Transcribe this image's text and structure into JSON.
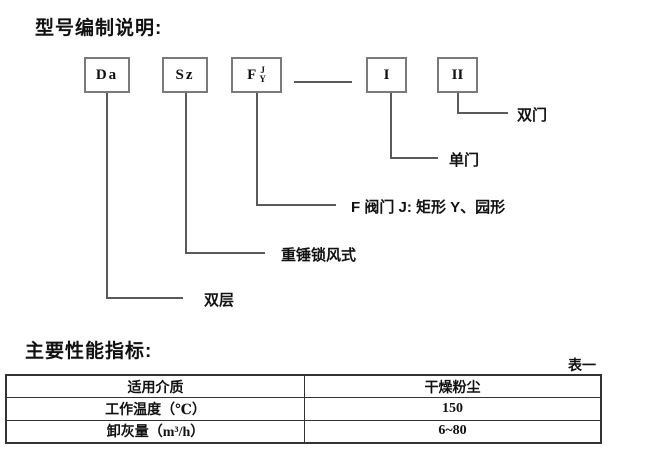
{
  "title": "型号编制说明:",
  "diagram": {
    "boxes": [
      {
        "label": "Da"
      },
      {
        "label": "Sz"
      },
      {
        "label": "F",
        "sup": "J",
        "sub": "Y"
      },
      {
        "label": "I"
      },
      {
        "label": "II"
      }
    ],
    "callouts": [
      {
        "for": "II",
        "label": "双门"
      },
      {
        "for": "I",
        "label": "单门"
      },
      {
        "for": "F",
        "label": "F 阀门 J: 矩形 Y、园形"
      },
      {
        "for": "Sz",
        "label": "重锤锁风式"
      },
      {
        "for": "Da",
        "label": "双层"
      }
    ]
  },
  "performance": {
    "heading": "主要性能指标:",
    "table_caption": "表一",
    "table": {
      "rows": [
        [
          "适用介质",
          "干燥粉尘"
        ],
        [
          "工作温度（℃）",
          "150"
        ],
        [
          "卸灰量（m³/h）",
          "6~80"
        ]
      ]
    }
  },
  "colors": {
    "line": "#5a5a5a",
    "box_border": "#7a7a7a",
    "table_border": "#333333",
    "text": "#111111"
  }
}
